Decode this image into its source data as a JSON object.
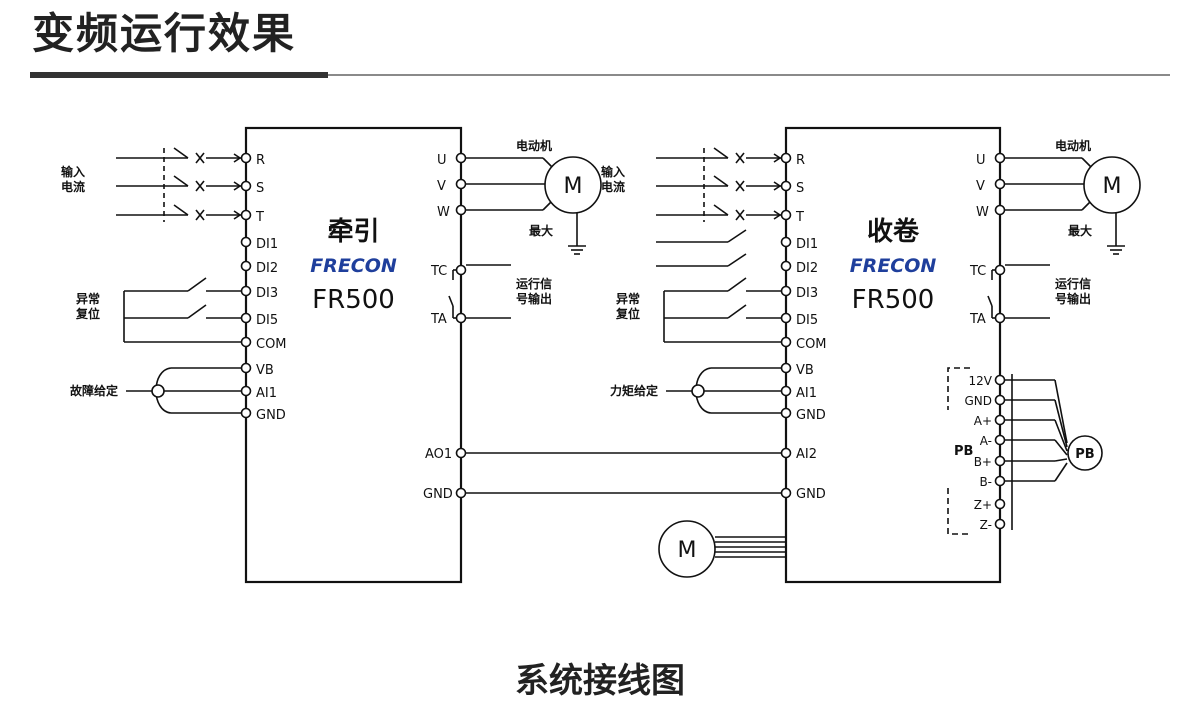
{
  "title": "变频运行效果",
  "caption": "系统接线图",
  "brand": "FRECON",
  "colors": {
    "brand": "#1f3f9c",
    "line": "#111111",
    "rule": "#333333"
  },
  "left_drive": {
    "name": "牵引",
    "model": "FR500",
    "inputs": [
      "R",
      "S",
      "T",
      "DI1",
      "DI2",
      "DI3",
      "DI5",
      "COM",
      "VB",
      "AI1",
      "GND"
    ],
    "outputs": [
      "U",
      "V",
      "W",
      "TC",
      "TA",
      "AO1",
      "GND"
    ],
    "input_current": "输入\n电流",
    "reset": "异常\n复位",
    "pot": "故障给定",
    "motor_label": "电动机",
    "motor_symbol": "M",
    "max": "最大",
    "relay": "运行信\n号输出"
  },
  "right_drive": {
    "name": "收卷",
    "model": "FR500",
    "inputs": [
      "R",
      "S",
      "T",
      "DI1",
      "DI2",
      "DI3",
      "DI5",
      "COM",
      "VB",
      "AI1",
      "GND",
      "AI2",
      "GND"
    ],
    "outputs": [
      "U",
      "V",
      "W",
      "TC",
      "TA"
    ],
    "pb_terminals": [
      "12V",
      "GND",
      "A+",
      "A-",
      "B+",
      "B-",
      "Z+",
      "Z-"
    ],
    "pb": "PB",
    "input_current": "输入\n电流",
    "reset": "异常\n复位",
    "pot": "力矩给定",
    "motor_label": "电动机",
    "motor_symbol": "M",
    "max": "最大",
    "relay": "运行信\n号输出"
  },
  "bottom_motor": "M"
}
